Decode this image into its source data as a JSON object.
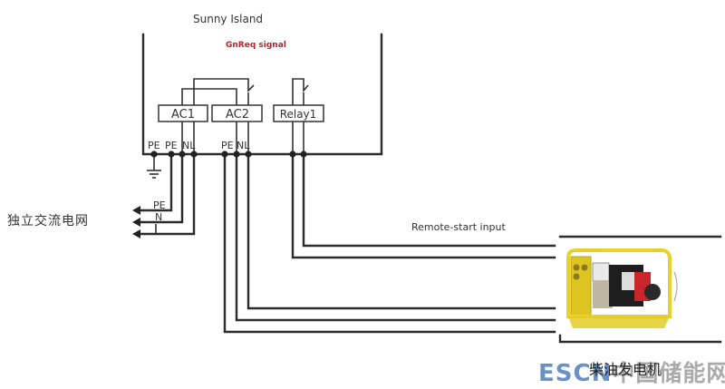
{
  "diagram": {
    "title": "Sunny Island",
    "signal_label": "GnReq signal",
    "colors": {
      "signal": "#c0202a",
      "wire": "#2b2b2b",
      "watermark": "#5b84c0",
      "generator_yellow": "#e8d12a",
      "generator_red": "#c8262b"
    },
    "terminals": {
      "ac1": "AC1",
      "ac2": "AC2",
      "relay1": "Relay1"
    },
    "terminal_pins": {
      "ac1_pe1": "PE",
      "ac1_pe2": "PE",
      "ac1_nl": "NL",
      "ac2_pe": "PE",
      "ac2_nl": "NL"
    },
    "grid": {
      "label": "独立交流电网",
      "lines": {
        "pe": "PE",
        "n": "N",
        "l": "L"
      }
    },
    "remote_start_label": "Remote-start input",
    "generator": {
      "label": "柴油发电机",
      "icon": "diesel-generator-icon"
    },
    "ground_icon": "ground-symbol-icon",
    "watermark": {
      "latin": "ESCN",
      "chinese": "中国储能网"
    }
  }
}
